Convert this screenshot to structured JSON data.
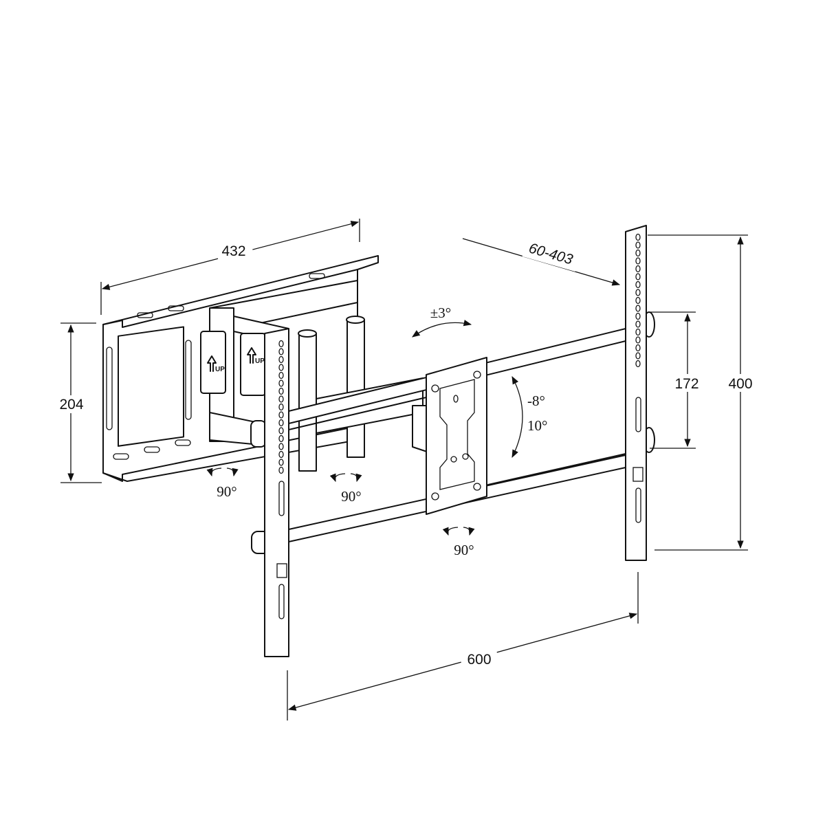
{
  "dimensions": {
    "plate_width": "432",
    "extension": "60-403",
    "plate_height": "204",
    "hole_spacing_vertical": "172",
    "max_vertical": "400",
    "max_horizontal": "600"
  },
  "angles": {
    "swivel_level": "±3°",
    "tilt_up": "-8°",
    "tilt_down": "10°",
    "rotation_1": "90°",
    "rotation_2": "90°",
    "rotation_3": "90°"
  },
  "labels": {
    "up_1": "UP",
    "up_2": "UP"
  },
  "colors": {
    "line": "#111111",
    "background": "#ffffff"
  }
}
